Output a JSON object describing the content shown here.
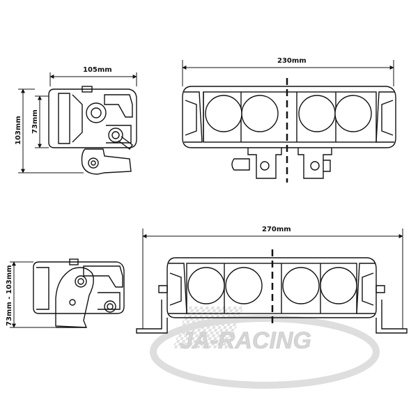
{
  "dimensions": {
    "side_top_width": "105mm",
    "side_top_inner_height": "73mm",
    "side_top_outer_height": "103mm",
    "front_top_width": "230mm",
    "front_bottom_width": "270mm",
    "side_bottom_height_range": "73mm - 103mm"
  },
  "watermark": {
    "brand": "JA-RACING"
  },
  "colors": {
    "stroke": "#111111",
    "watermark": "#d9d9d9",
    "background": "#ffffff"
  }
}
